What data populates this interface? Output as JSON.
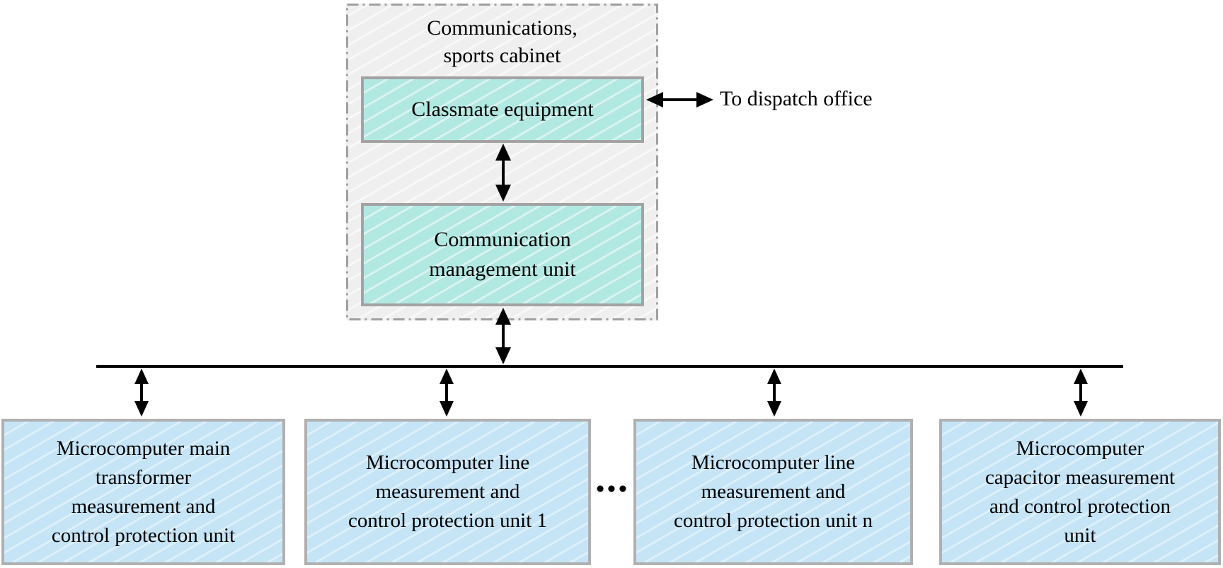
{
  "diagram": {
    "cabinet": {
      "title_lines": [
        "Communications,",
        "sports cabinet"
      ],
      "classmate_box_label": "Classmate equipment",
      "management_box_label": [
        "Communication",
        "management unit"
      ]
    },
    "dispatch_label": "To dispatch office",
    "ellipsis": "•••",
    "units": [
      {
        "label_lines": [
          "Microcomputer main",
          "transformer",
          "measurement and",
          "control protection unit"
        ]
      },
      {
        "label_lines": [
          "Microcomputer line",
          "measurement and",
          "control protection unit 1"
        ]
      },
      {
        "label_lines": [
          "Microcomputer line",
          "measurement and",
          "control protection unit n"
        ]
      },
      {
        "label_lines": [
          "Microcomputer",
          "capacitor measurement",
          "and control protection",
          "unit"
        ]
      }
    ],
    "colors": {
      "teal_fill": "#b1e8e1",
      "teal_stripe": "#d9f4f0",
      "blue_fill": "#c5e4f6",
      "blue_stripe": "#ddf0fb",
      "cabinet_fill": "#efefef",
      "box_border_gray": "#a3a3a3",
      "dash_border_gray": "#a0a0a0",
      "line_black": "#000000"
    }
  }
}
